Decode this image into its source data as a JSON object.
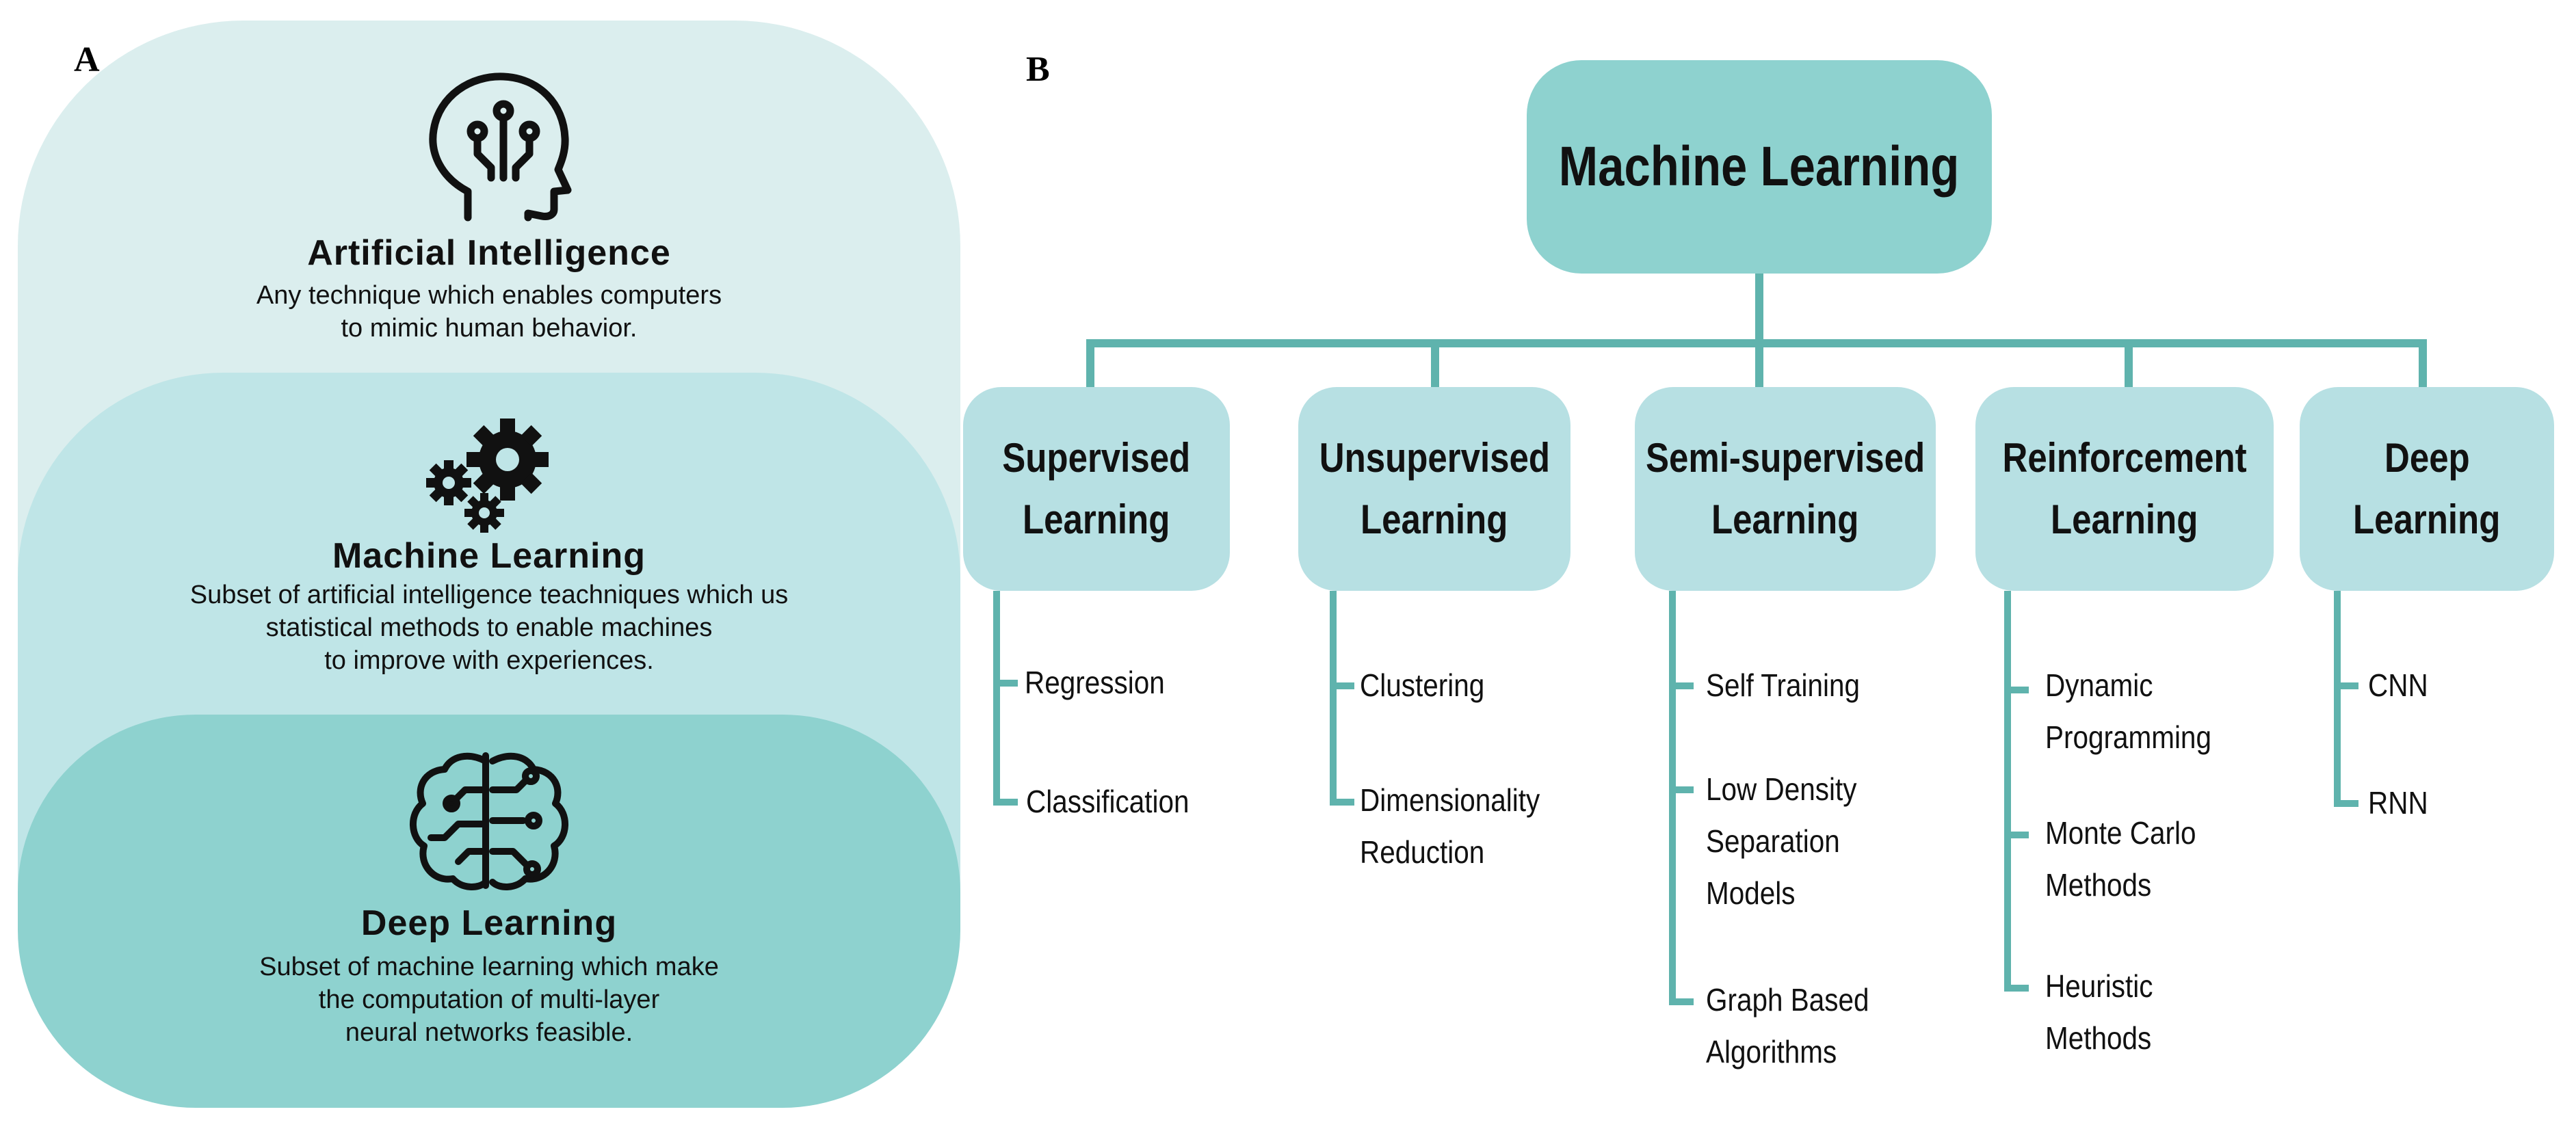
{
  "panels": {
    "a_label": "A",
    "b_label": "B"
  },
  "hierarchy": {
    "ai": {
      "title": "Artificial Intelligence",
      "desc": [
        "Any technique which enables computers",
        "to mimic human behavior."
      ],
      "icon": "head-circuit-icon"
    },
    "ml": {
      "title": "Machine Learning",
      "desc": [
        "Subset of artificial intelligence teachniques which us",
        "statistical methods to enable machines",
        "to improve with experiences."
      ],
      "icon": "gears-icon"
    },
    "dl": {
      "title": "Deep Learning",
      "desc": [
        "Subset of machine learning which make",
        "the computation of multi-layer",
        "neural networks feasible."
      ],
      "icon": "brain-circuit-icon"
    }
  },
  "tree": {
    "root": "Machine Learning",
    "categories": [
      {
        "lines": [
          "Supervised",
          "Learning"
        ],
        "leaves": [
          [
            "Regression"
          ],
          [
            "Classification"
          ]
        ]
      },
      {
        "lines": [
          "Unsupervised",
          "Learning"
        ],
        "leaves": [
          [
            "Clustering"
          ],
          [
            "Dimensionality",
            "Reduction"
          ]
        ]
      },
      {
        "lines": [
          "Semi-supervised",
          "Learning"
        ],
        "leaves": [
          [
            "Self Training"
          ],
          [
            "Low Density",
            "Separation",
            "Models"
          ],
          [
            "Graph Based",
            "Algorithms"
          ]
        ]
      },
      {
        "lines": [
          "Reinforcement",
          "Learning"
        ],
        "leaves": [
          [
            "Dynamic",
            "Programming"
          ],
          [
            "Monte Carlo",
            "Methods"
          ],
          [
            "Heuristic",
            "Methods"
          ]
        ]
      },
      {
        "lines": [
          "Deep",
          "Learning"
        ],
        "leaves": [
          [
            "CNN"
          ],
          [
            "RNN"
          ]
        ]
      }
    ]
  },
  "colors": {
    "ai_bg": "#dbeeee",
    "ml_bg": "#bfe5e7",
    "dl_bg": "#8ed2cf",
    "connector": "#5fb3ad",
    "node": "#b7e0e3"
  }
}
